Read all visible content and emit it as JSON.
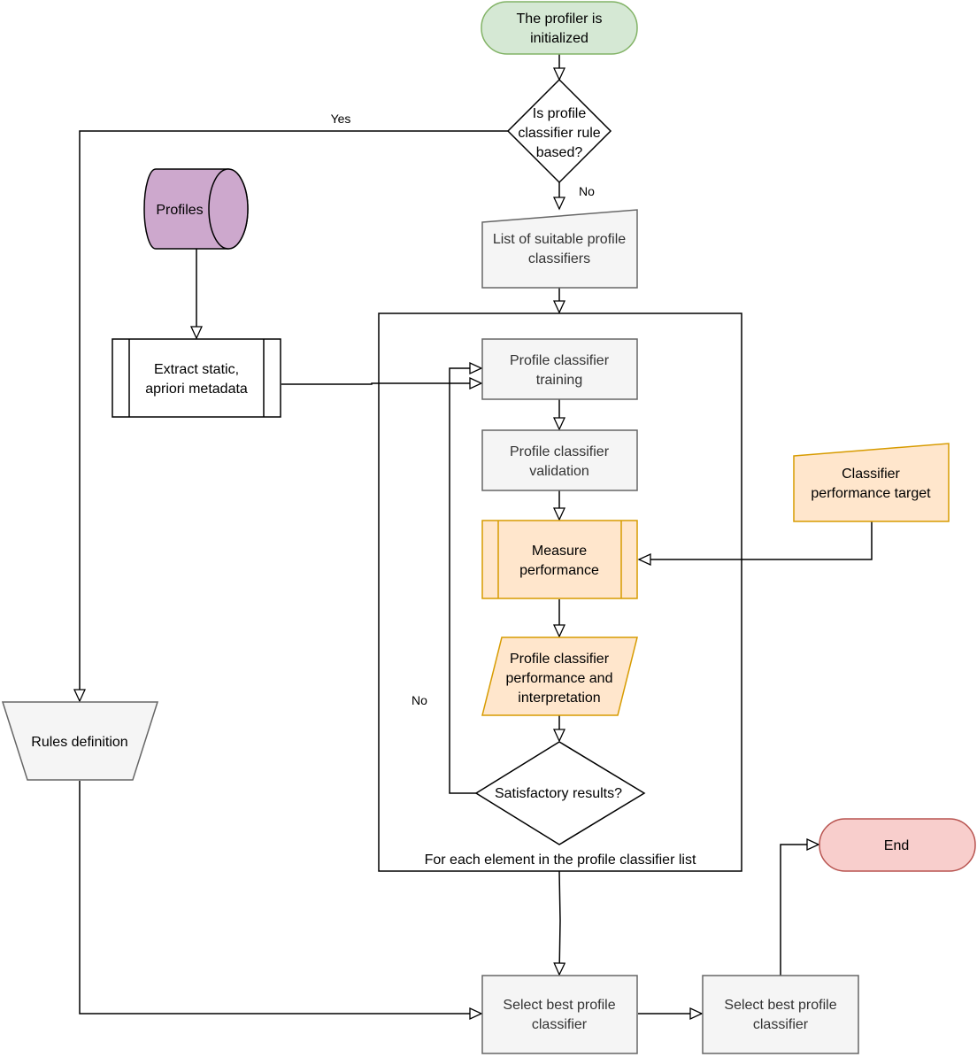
{
  "nodes": {
    "start": {
      "lines": [
        "The profiler is",
        "initialized"
      ],
      "fill": "#d5e8d4",
      "stroke": "#82b366"
    },
    "decision_rule": {
      "lines": [
        "Is profile",
        "classifier rule",
        "based?"
      ]
    },
    "profiles": {
      "lines": [
        "Profiles"
      ],
      "fill": "#cda8cd",
      "stroke": "#000000"
    },
    "suitable_list": {
      "lines": [
        "List of suitable profile",
        "classifiers"
      ],
      "fill": "#f5f5f5",
      "stroke": "#666666"
    },
    "extract": {
      "lines": [
        "Extract static,",
        "apriori metadata"
      ]
    },
    "training": {
      "lines": [
        "Profile classifier",
        "training"
      ],
      "fill": "#f5f5f5",
      "stroke": "#666666"
    },
    "validation": {
      "lines": [
        "Profile classifier",
        "validation"
      ],
      "fill": "#f5f5f5",
      "stroke": "#666666"
    },
    "perf_target": {
      "lines": [
        "Classifier",
        "performance target"
      ],
      "fill": "#ffe6cc",
      "stroke": "#d79b00"
    },
    "measure": {
      "lines": [
        "Measure",
        "performance"
      ],
      "fill": "#ffe6cc",
      "stroke": "#d79b00"
    },
    "interpretation": {
      "lines": [
        "Profile classifier",
        "performance and",
        "interpretation"
      ],
      "fill": "#ffe6cc",
      "stroke": "#d79b00"
    },
    "rules_def": {
      "lines": [
        "Rules definition"
      ],
      "fill": "#f5f5f5",
      "stroke": "#666666"
    },
    "satisfactory": {
      "lines": [
        "Satisfactory results?"
      ]
    },
    "loop": {
      "lines": [
        "For each element in the profile classifier list"
      ]
    },
    "end": {
      "lines": [
        "End"
      ],
      "fill": "#f8cecc",
      "stroke": "#b85450"
    },
    "select1": {
      "lines": [
        "Select best profile",
        "classifier"
      ],
      "fill": "#f5f5f5",
      "stroke": "#666666"
    },
    "select2": {
      "lines": [
        "Select best profile",
        "classifier"
      ],
      "fill": "#f5f5f5",
      "stroke": "#666666"
    }
  },
  "edge_labels": {
    "yes": "Yes",
    "no_top": "No",
    "no_loop": "No"
  }
}
